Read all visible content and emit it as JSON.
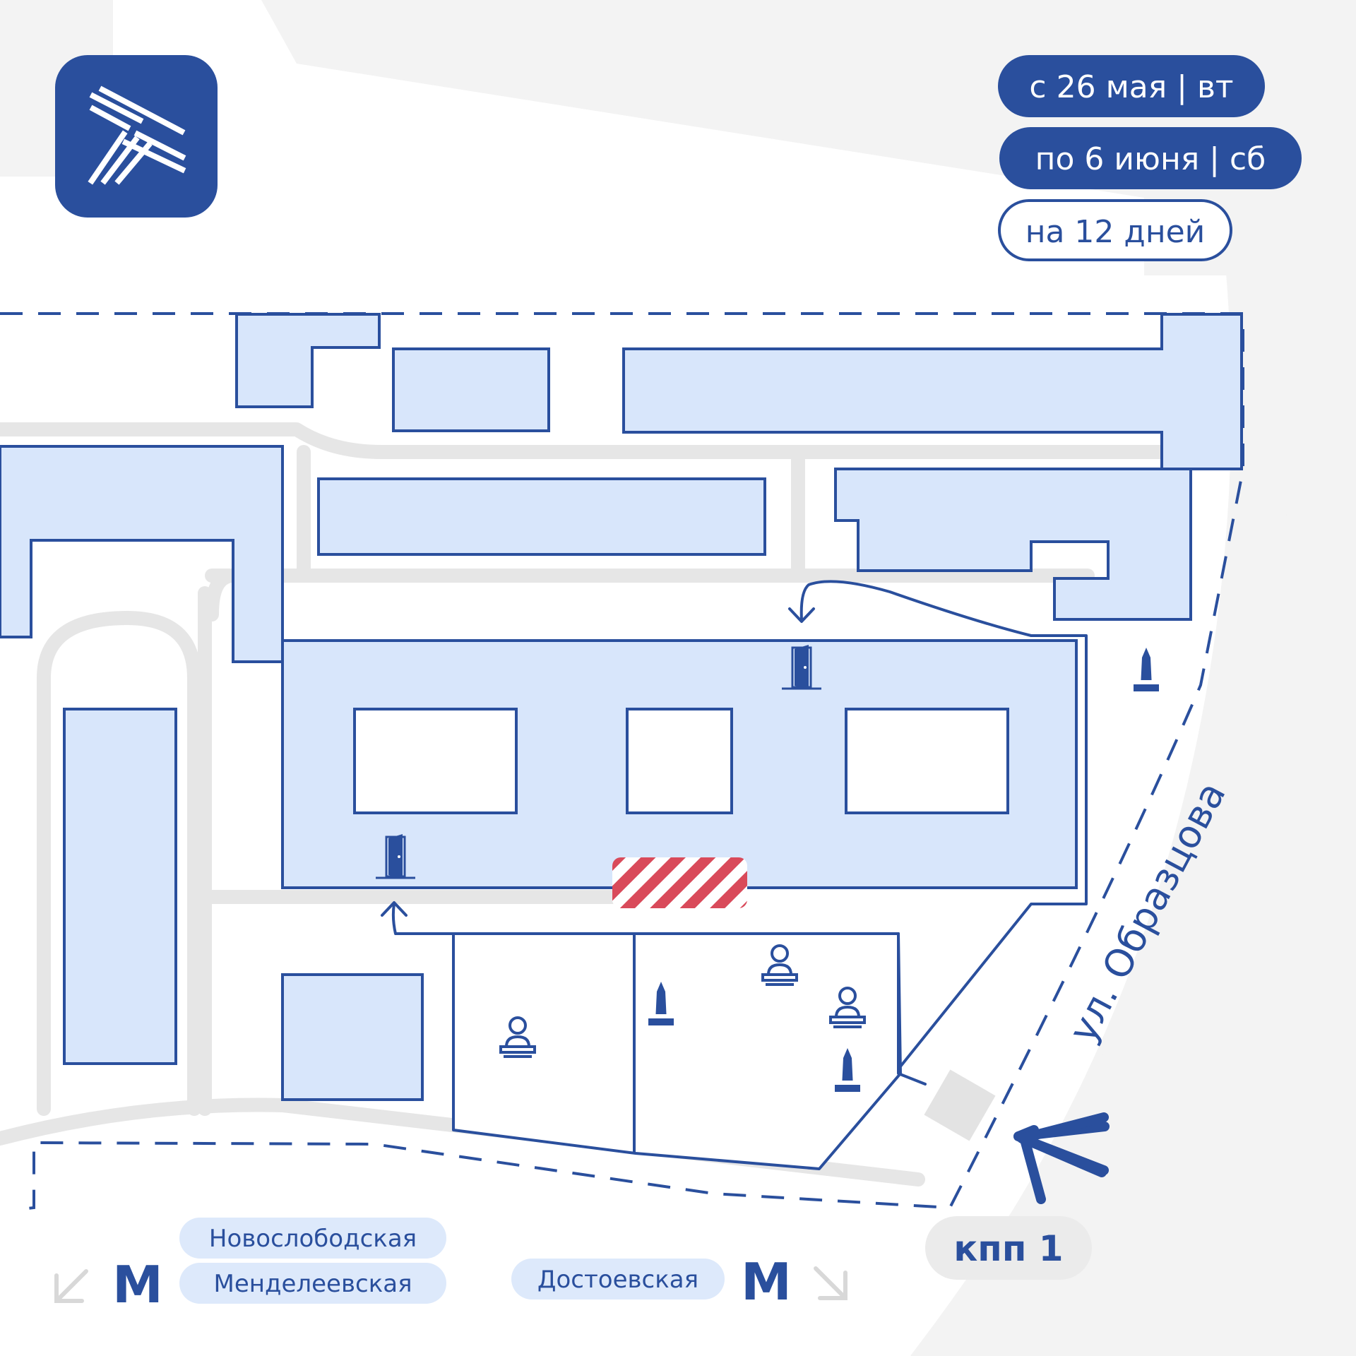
{
  "dates": {
    "start": "с 26 мая | вт",
    "end": "по 6 июня | сб",
    "duration": "на 12 дней"
  },
  "street": "ул. Образцова",
  "checkpoint": "кпп 1",
  "metro": {
    "left_stations": [
      "Новослободская",
      "Менделеевская"
    ],
    "right_station": "Достоевская",
    "symbol": "М"
  },
  "colors": {
    "primary": "#2a4f9d",
    "building_fill": "#d8e6fb",
    "road": "#e6e6e6",
    "closure": "#d94a5a",
    "station_pill": "#dde9fb",
    "checkpoint_pill": "#ebebeb"
  },
  "icons": [
    "logo-icon",
    "door-icon",
    "monument-icon",
    "bust-icon",
    "metro-icon",
    "direction-arrow-icon"
  ]
}
